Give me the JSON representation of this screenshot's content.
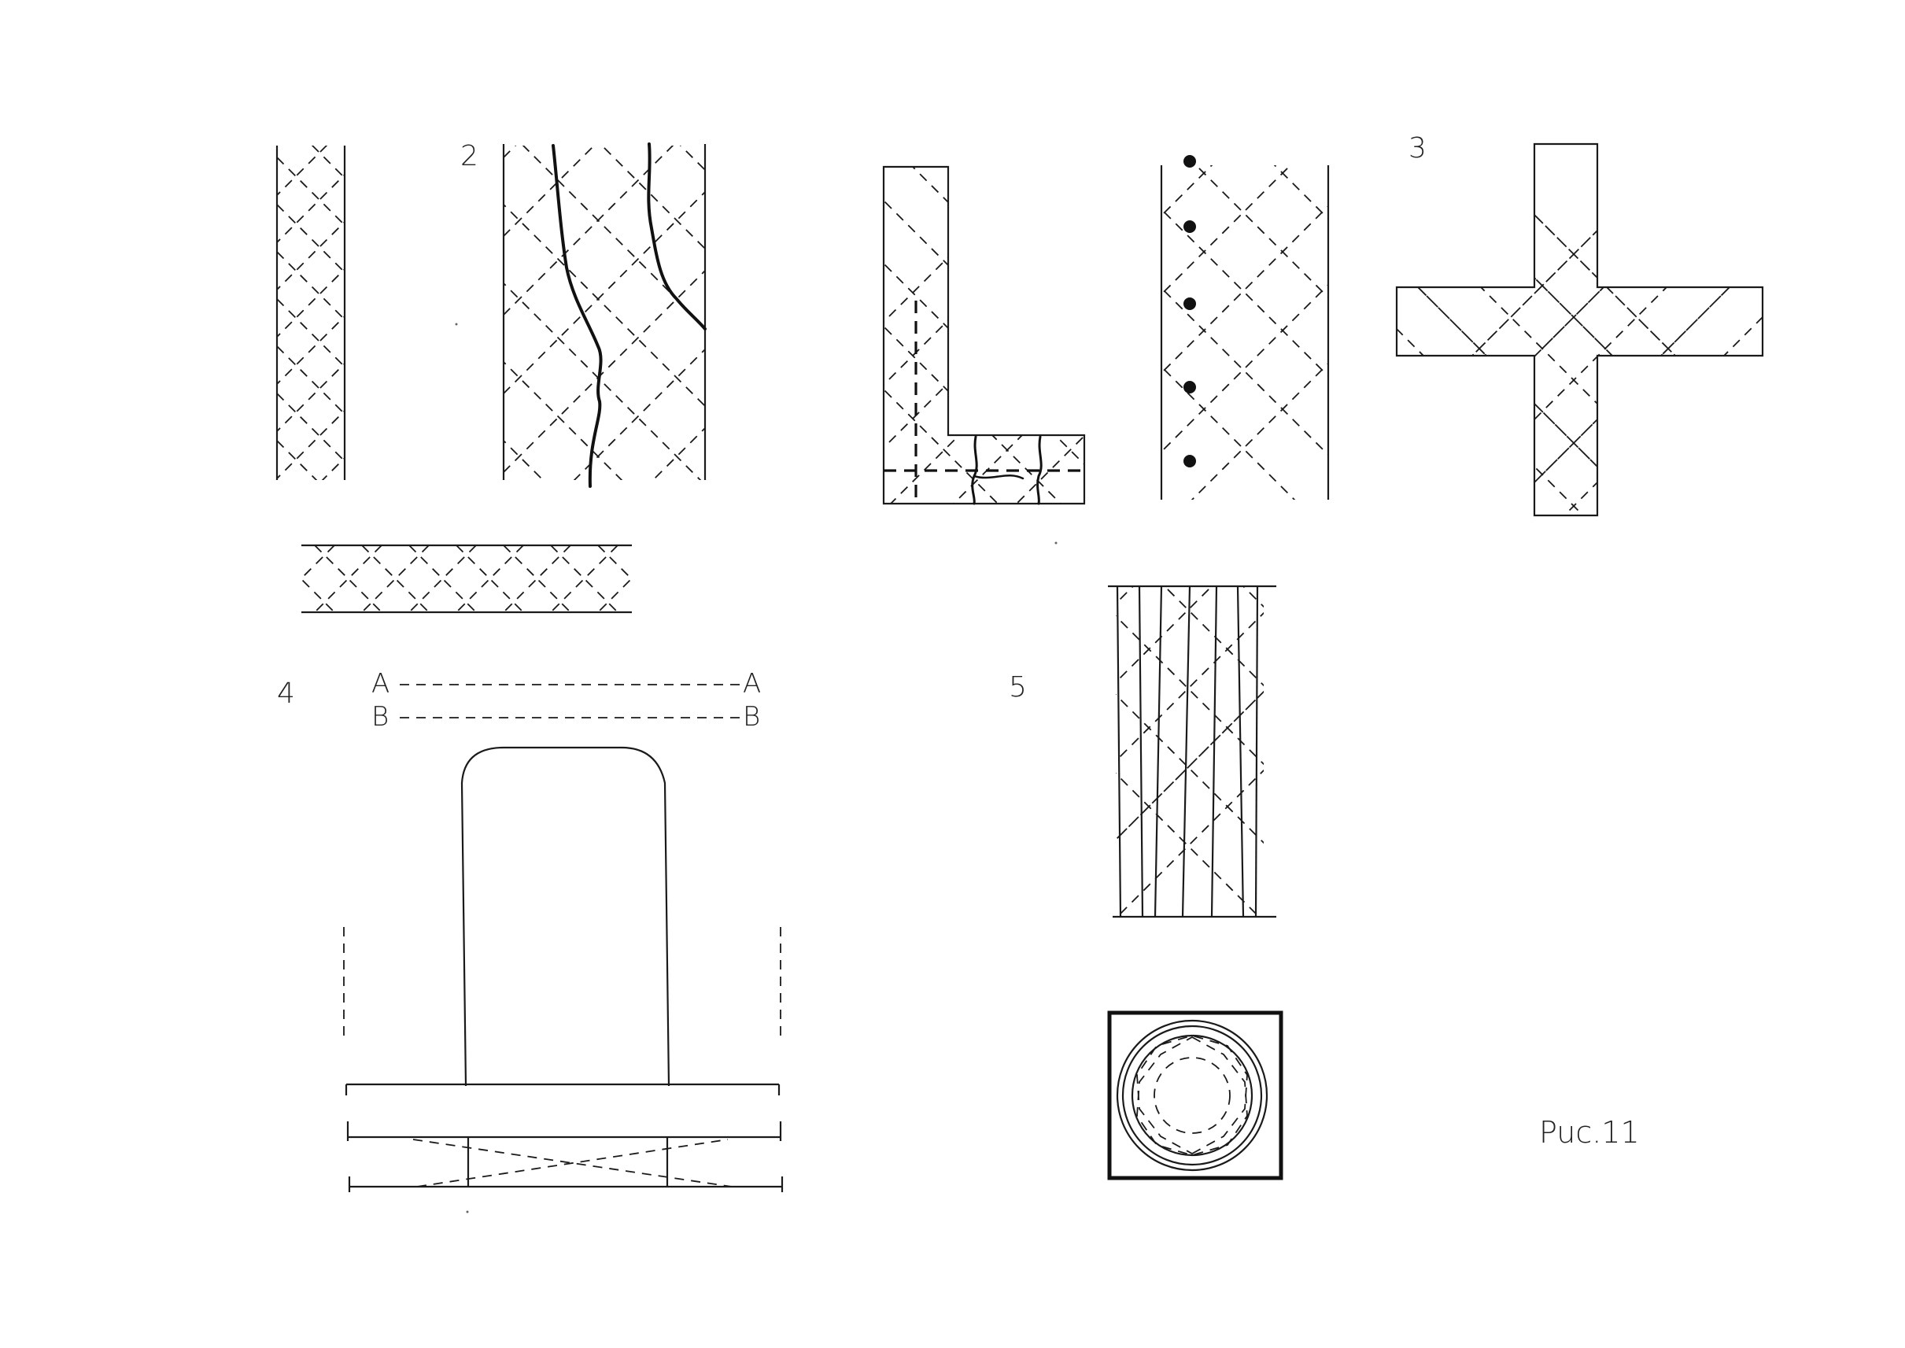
{
  "figure": {
    "caption": "Puc.11",
    "labels": {
      "fig2": "2",
      "fig3": "3",
      "fig4": "4",
      "fig5": "5",
      "sectionA_left": "A",
      "sectionA_right": "A",
      "sectionB_left": "B",
      "sectionB_right": "B"
    }
  }
}
